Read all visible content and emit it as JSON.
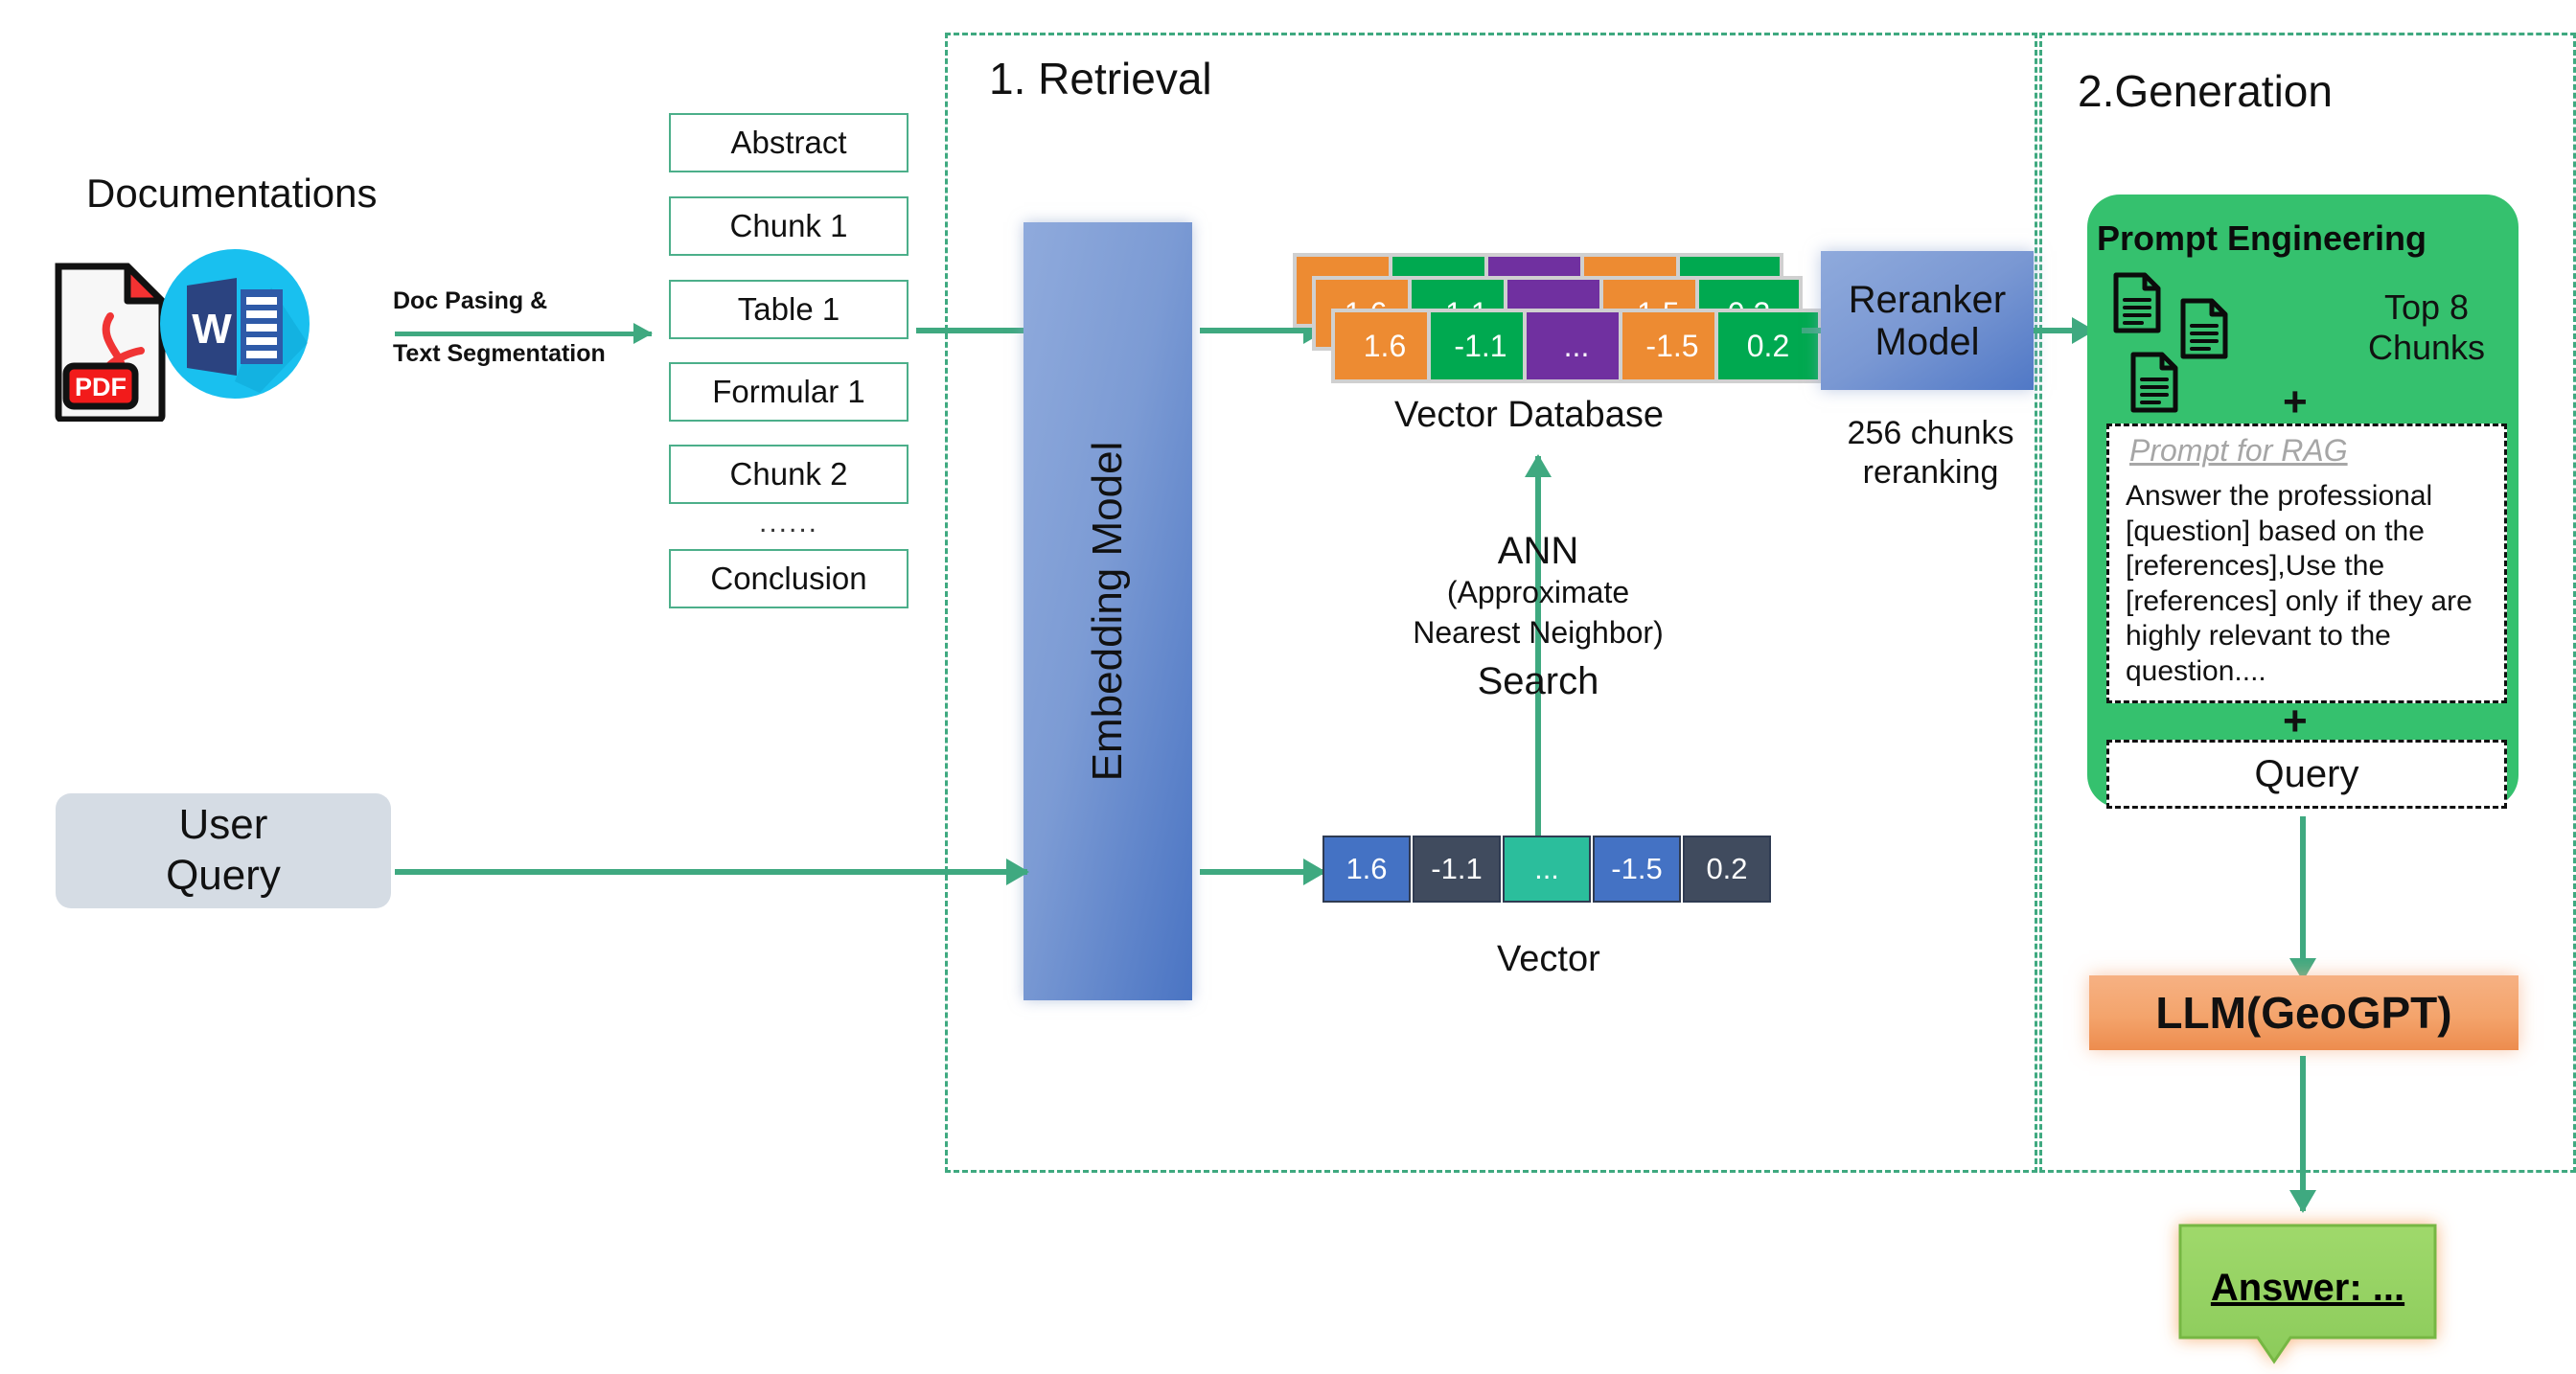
{
  "diagram": {
    "title": "RAG pipeline for GeoGPT",
    "stages": [
      {
        "id": "retrieval",
        "label": "1. Retrieval"
      },
      {
        "id": "generation",
        "label": "2.Generation"
      }
    ]
  },
  "source": {
    "heading": "Documentations",
    "icons": [
      {
        "name": "pdf-file-icon",
        "label": "PDF"
      },
      {
        "name": "word-file-icon",
        "label": "W"
      }
    ],
    "process_label_line1": "Doc Pasing &",
    "process_label_line2": "Text Segmentation"
  },
  "chunks": {
    "items": [
      {
        "label": "Abstract"
      },
      {
        "label": "Chunk 1"
      },
      {
        "label": "Table 1"
      },
      {
        "label": "Formular 1"
      },
      {
        "label": "Chunk 2"
      },
      {
        "label": "Conclusion"
      }
    ],
    "ellipsis": "......"
  },
  "embedding": {
    "label": "Embedding Model"
  },
  "vector_database": {
    "label": "Vector Database",
    "rows": 3,
    "cells": [
      {
        "value": "1.6",
        "color": "#ED8B32"
      },
      {
        "value": "-1.1",
        "color": "#00A950"
      },
      {
        "value": "...",
        "color": "#7030A0"
      },
      {
        "value": "-1.5",
        "color": "#ED8B32"
      },
      {
        "value": "0.2",
        "color": "#00A950"
      }
    ]
  },
  "query_vector": {
    "label": "Vector",
    "cells": [
      {
        "value": "1.6",
        "color": "#4472C4"
      },
      {
        "value": "-1.1",
        "color": "#404B5E"
      },
      {
        "value": "...",
        "color": "#2BBE9C"
      },
      {
        "value": "-1.5",
        "color": "#4472C4"
      },
      {
        "value": "0.2",
        "color": "#404B5E"
      }
    ]
  },
  "ann": {
    "line1": "ANN",
    "line2": "(Approximate",
    "line3": "Nearest Neighbor)",
    "line4": "Search"
  },
  "reranker": {
    "label_line1": "Reranker",
    "label_line2": "Model",
    "caption_line1": "256 chunks",
    "caption_line2": "reranking"
  },
  "user_query": {
    "line1": "User",
    "line2": "Query"
  },
  "prompt_engineering": {
    "title": "Prompt Engineering",
    "top_chunks_line1": "Top 8",
    "top_chunks_line2": "Chunks",
    "plus_symbol": "+",
    "doc_icons": [
      "document-icon",
      "document-icon",
      "document-icon"
    ],
    "prompt_heading": "Prompt for RAG",
    "prompt_body": "Answer the professional [question] based on the [references],Use the [references] only if they are highly relevant to the question....",
    "query_label": "Query"
  },
  "llm": {
    "label": "LLM(GeoGPT)"
  },
  "answer": {
    "label": "Answer: ..."
  },
  "colors": {
    "arrow_green": "#3FA980",
    "stage_border": "#3FA980",
    "chunk_border": "#4CAF8A",
    "prompt_panel": "#35C16E",
    "llm_orange": "#F2A162",
    "answer_green": "#92D050",
    "embedding_blue": "#7C9BD4",
    "user_query_grey": "#D5DCE4"
  }
}
